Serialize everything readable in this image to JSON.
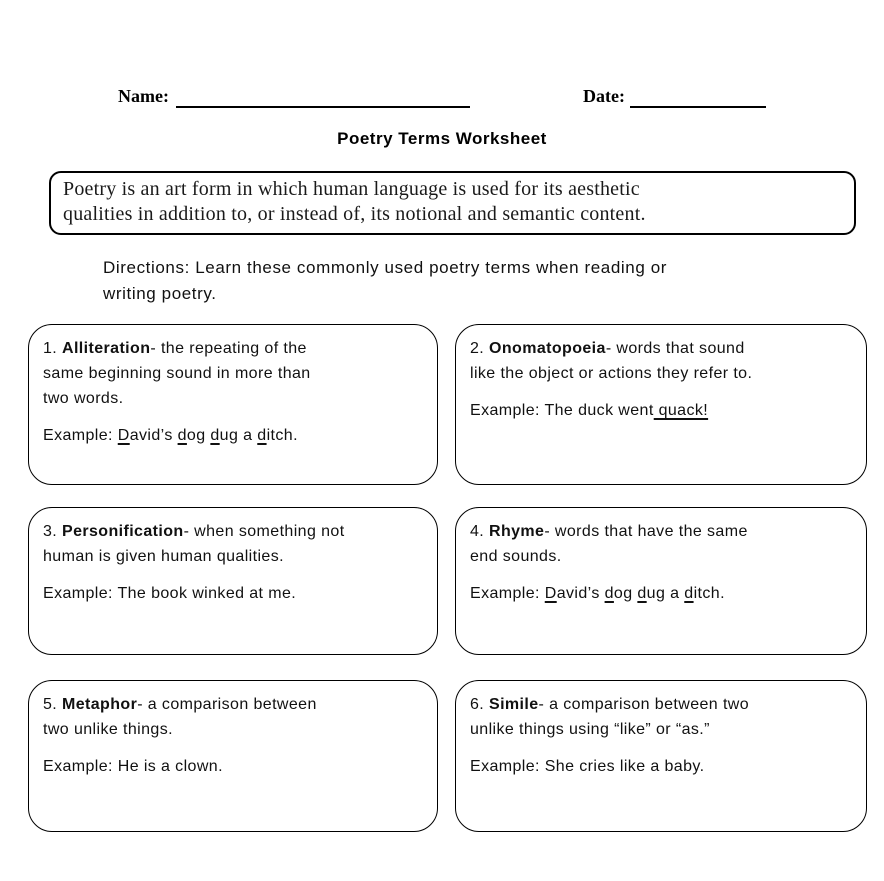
{
  "colors": {
    "text": "#000000",
    "background": "#ffffff",
    "border": "#000000"
  },
  "header": {
    "name_label": "Name:",
    "date_label": "Date:"
  },
  "title": "Poetry Terms Worksheet",
  "intro": {
    "segments": [
      {
        "t": "Poetry is an art form in which human language is used for its aesthetic"
      },
      {
        "br": true
      },
      {
        "t": "qualities in addition to, or instead of, its notional and semantic content."
      }
    ]
  },
  "directions": {
    "segments": [
      {
        "t": "Directions: Learn these commonly used poetry terms when reading or"
      },
      {
        "br": true
      },
      {
        "t": "writing poetry."
      }
    ]
  },
  "terms": [
    {
      "id": "alliteration",
      "heading": {
        "segments": [
          {
            "t": "1. "
          },
          {
            "t": "Alliteration",
            "b": true
          },
          {
            "t": "- the repeating of the"
          },
          {
            "br": true
          },
          {
            "t": "same beginning sound in more than"
          },
          {
            "br": true
          },
          {
            "t": "two words."
          }
        ]
      },
      "example": {
        "segments": [
          {
            "t": "Example: "
          },
          {
            "t": "D",
            "u": true
          },
          {
            "t": "avid’s "
          },
          {
            "t": "d",
            "u": true
          },
          {
            "t": "og "
          },
          {
            "t": "d",
            "u": true
          },
          {
            "t": "ug a "
          },
          {
            "t": "d",
            "u": true
          },
          {
            "t": "itch."
          }
        ]
      }
    },
    {
      "id": "onomatopoeia",
      "heading": {
        "segments": [
          {
            "t": "2. "
          },
          {
            "t": "Onomatopoeia",
            "b": true
          },
          {
            "t": "- words that sound"
          },
          {
            "br": true
          },
          {
            "t": "like the object or actions they refer to."
          }
        ]
      },
      "example": {
        "segments": [
          {
            "t": "Example: The duck went"
          },
          {
            "t": " quack!",
            "u": true
          }
        ]
      }
    },
    {
      "id": "personification",
      "heading": {
        "segments": [
          {
            "t": "3. "
          },
          {
            "t": "Personification",
            "b": true
          },
          {
            "t": "- when something not"
          },
          {
            "br": true
          },
          {
            "t": "human is given human qualities."
          }
        ]
      },
      "example": {
        "segments": [
          {
            "t": "Example: The book winked at me."
          }
        ]
      }
    },
    {
      "id": "rhyme",
      "heading": {
        "segments": [
          {
            "t": "4. "
          },
          {
            "t": "Rhyme",
            "b": true
          },
          {
            "t": "- words that have the same"
          },
          {
            "br": true
          },
          {
            "t": "end sounds."
          }
        ]
      },
      "example": {
        "segments": [
          {
            "t": "Example: "
          },
          {
            "t": "D",
            "u": true
          },
          {
            "t": "avid’s "
          },
          {
            "t": "d",
            "u": true
          },
          {
            "t": "og "
          },
          {
            "t": "d",
            "u": true
          },
          {
            "t": "ug a "
          },
          {
            "t": "d",
            "u": true
          },
          {
            "t": "itch."
          }
        ]
      }
    },
    {
      "id": "metaphor",
      "heading": {
        "segments": [
          {
            "t": "5. "
          },
          {
            "t": "Metaphor",
            "b": true
          },
          {
            "t": "- a comparison between"
          },
          {
            "br": true
          },
          {
            "t": "two unlike things."
          }
        ]
      },
      "example": {
        "segments": [
          {
            "t": "Example: He is a clown."
          }
        ]
      }
    },
    {
      "id": "simile",
      "heading": {
        "segments": [
          {
            "t": "6. "
          },
          {
            "t": "Simile",
            "b": true
          },
          {
            "t": "- a comparison between two"
          },
          {
            "br": true
          },
          {
            "t": "unlike things using “like” or “as.”"
          }
        ]
      },
      "example": {
        "segments": [
          {
            "t": "Example: She cries like a baby."
          }
        ]
      }
    }
  ]
}
